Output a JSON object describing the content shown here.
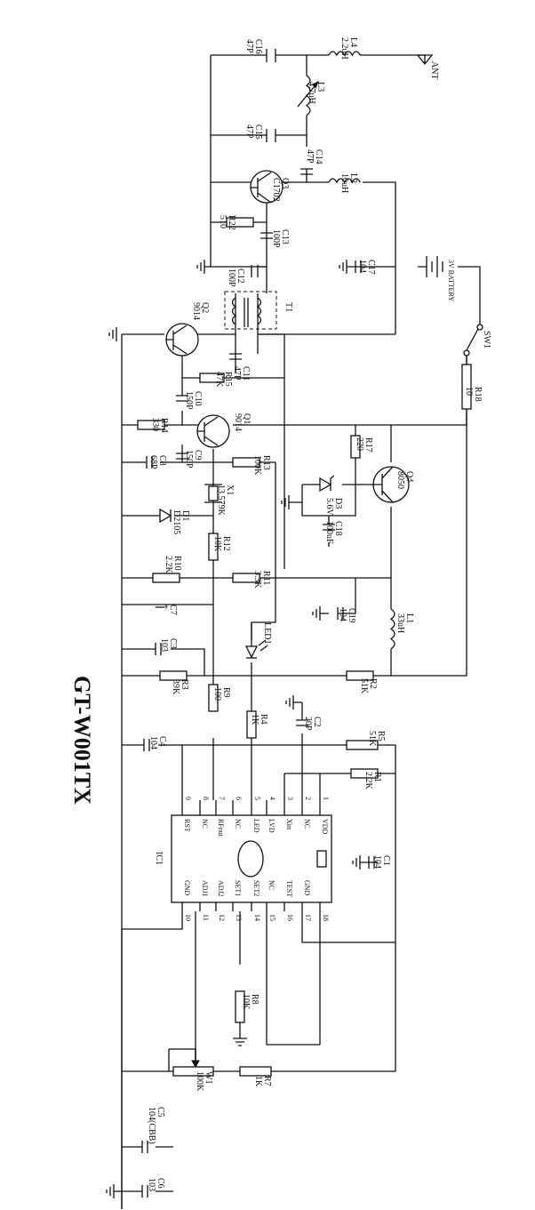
{
  "title": "GT-W001TX",
  "antenna": "ANT",
  "battery": {
    "ref": "3V BATTERY"
  },
  "switch": "SW1",
  "ic": {
    "ref": "IC1",
    "pins_top": [
      {
        "n": "9",
        "name": "RST"
      },
      {
        "n": "8",
        "name": "NC"
      },
      {
        "n": "7",
        "name": "RFout"
      },
      {
        "n": "6",
        "name": "NC"
      },
      {
        "n": "5",
        "name": "LED"
      },
      {
        "n": "4",
        "name": "LVD"
      },
      {
        "n": "3",
        "name": "Xin"
      },
      {
        "n": "2",
        "name": "NC"
      },
      {
        "n": "1",
        "name": "VDD"
      }
    ],
    "pins_bottom": [
      {
        "n": "10",
        "name": "GND"
      },
      {
        "n": "11",
        "name": "ADJ1"
      },
      {
        "n": "12",
        "name": "ADJ2"
      },
      {
        "n": "13",
        "name": "SET1"
      },
      {
        "n": "14",
        "name": "SET2"
      },
      {
        "n": "15",
        "name": "NC"
      },
      {
        "n": "16",
        "name": "TEST"
      },
      {
        "n": "17",
        "name": "GND"
      },
      {
        "n": "18",
        "name": ""
      }
    ]
  },
  "parts": {
    "L4": {
      "ref": "L4",
      "val": "2.2uH"
    },
    "C16": {
      "ref": "C16",
      "val": "47P"
    },
    "L3": {
      "ref": "L3",
      "val": "4.7uH"
    },
    "C15": {
      "ref": "C15",
      "val": "47P"
    },
    "C14": {
      "ref": "C14",
      "val": "47P"
    },
    "Q3": {
      "ref": "Q3",
      "val": "C1702"
    },
    "L2": {
      "ref": "L2",
      "val": "10uH"
    },
    "R22": {
      "ref": "R22",
      "val": "510"
    },
    "C13": {
      "ref": "C13",
      "val": "100P"
    },
    "C12": {
      "ref": "C12",
      "val": "100P"
    },
    "C17": {
      "ref": "C17",
      "val": "104"
    },
    "T1": {
      "ref": "T1",
      "val": ""
    },
    "Q2": {
      "ref": "Q2",
      "val": "9014"
    },
    "C11": {
      "ref": "C11",
      "val": "47P"
    },
    "R18": {
      "ref": "R18",
      "val": "10"
    },
    "R15": {
      "ref": "R15",
      "val": "47K"
    },
    "C10": {
      "ref": "C10",
      "val": "150P"
    },
    "Q1": {
      "ref": "Q1",
      "val": "9014"
    },
    "R14": {
      "ref": "R14",
      "val": "330"
    },
    "R17": {
      "ref": "R17",
      "val": "220"
    },
    "C9": {
      "ref": "C9",
      "val": "150P"
    },
    "C8": {
      "ref": "C8",
      "val": "68P"
    },
    "R13": {
      "ref": "R13",
      "val": "100K"
    },
    "Q4": {
      "ref": "Q4",
      "val": "8050"
    },
    "X1": {
      "ref": "X1",
      "val": "13.579K"
    },
    "D3": {
      "ref": "D3",
      "val": "5.6V"
    },
    "C18": {
      "ref": "C18",
      "val": "100uF"
    },
    "D1": {
      "ref": "D1",
      "val": "D2105"
    },
    "R12": {
      "ref": "R12",
      "val": "10K"
    },
    "R10": {
      "ref": "R10",
      "val": "2.2K"
    },
    "R11": {
      "ref": "R11",
      "val": "3.3K"
    },
    "C19": {
      "ref": "C19",
      "val": "104"
    },
    "C7": {
      "ref": "C7",
      "val": "*"
    },
    "L1": {
      "ref": "L1",
      "val": "33uH"
    },
    "LED1": {
      "ref": "LED1",
      "val": ""
    },
    "C3": {
      "ref": "C3",
      "val": "103"
    },
    "R3": {
      "ref": "R3",
      "val": "39K"
    },
    "R2": {
      "ref": "R2",
      "val": "51K"
    },
    "R9": {
      "ref": "R9",
      "val": "100"
    },
    "R4": {
      "ref": "R4",
      "val": "1K"
    },
    "C2": {
      "ref": "C2",
      "val": "20P"
    },
    "R5": {
      "ref": "R5",
      "val": "51K"
    },
    "C4": {
      "ref": "C4",
      "val": "104"
    },
    "R1": {
      "ref": "R1",
      "val": "2.2K"
    },
    "C1": {
      "ref": "C1",
      "val": "104"
    },
    "R8": {
      "ref": "R8",
      "val": "10K"
    },
    "W1": {
      "ref": "W1",
      "val": "100K"
    },
    "R7": {
      "ref": "R7",
      "val": "1K"
    },
    "C5": {
      "ref": "C5",
      "val": "104(CBB)"
    },
    "C6": {
      "ref": "C6",
      "val": "103"
    }
  }
}
